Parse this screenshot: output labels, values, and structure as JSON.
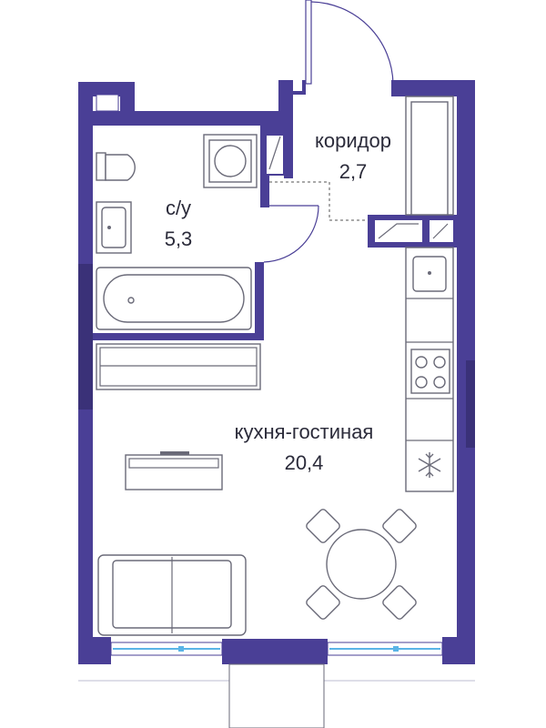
{
  "rooms": {
    "corridor": {
      "name": "коридор",
      "area": "2,7"
    },
    "bathroom": {
      "name": "с/у",
      "area": "5,3"
    },
    "living": {
      "name": "кухня-гостиная",
      "area": "20,4"
    }
  },
  "colors": {
    "wall": "#4a3f96",
    "window": "#5ab4e6",
    "furniture_stroke": "#6a6a78"
  }
}
